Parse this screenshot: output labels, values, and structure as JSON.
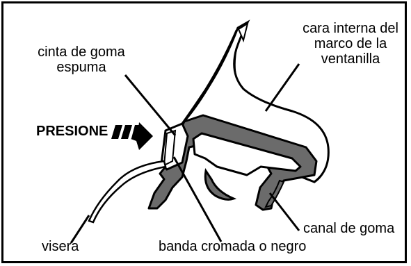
{
  "labels": {
    "cara_interna_l1": "cara interna del",
    "cara_interna_l2": "marco de la",
    "cara_interna_l3": "ventanilla",
    "cinta_l1": "cinta de goma",
    "cinta_l2": "espuma",
    "presione": "PRESIONE",
    "visera": "visera",
    "banda": "banda cromada o negro",
    "canal": "canal de goma"
  },
  "colors": {
    "rubber_fill": "#6b6b6b",
    "outline": "#000000",
    "background": "#ffffff"
  },
  "icons": {
    "press_arrow": "dashed-arrow-right"
  }
}
